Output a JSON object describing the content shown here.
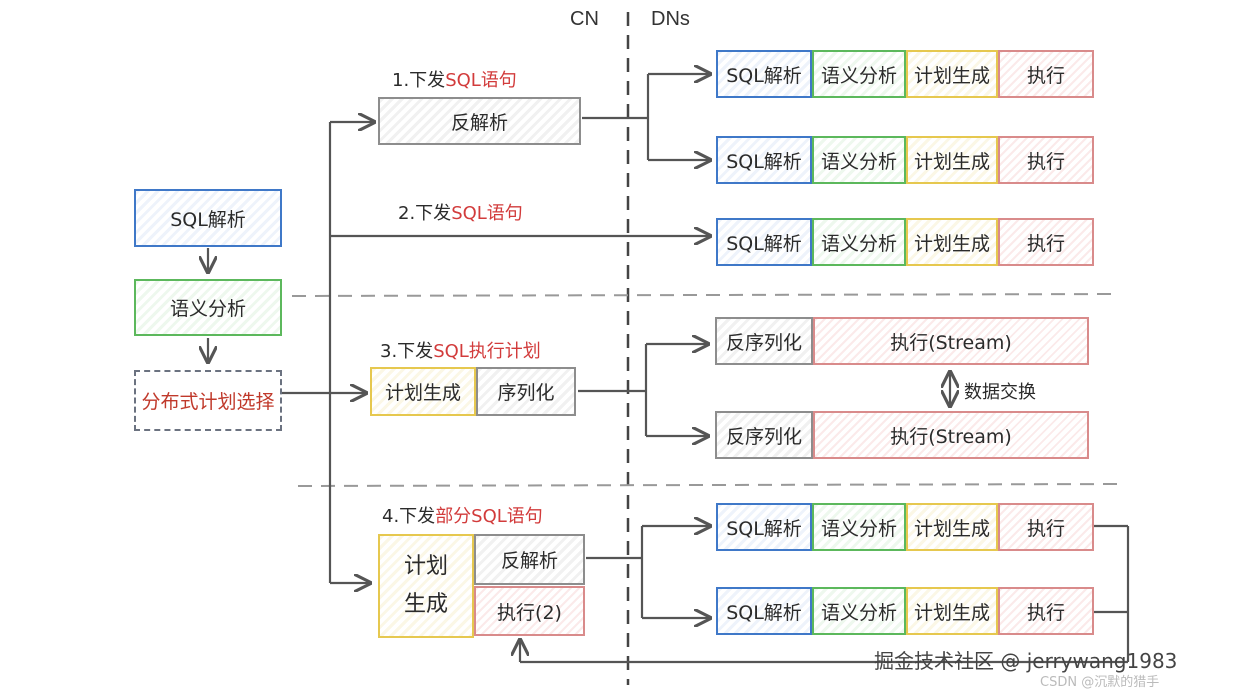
{
  "columns": {
    "cn": "CN",
    "dns": "DNs"
  },
  "pipeline": {
    "parse": "SQL解析",
    "analyze": "语义分析",
    "dist_plan": "分布式计划选择"
  },
  "strategy1": {
    "num": "1.下发",
    "hl": "SQL语句",
    "cn_box": "反解析",
    "dn_rows": [
      [
        "SQL解析",
        "语义分析",
        "计划生成",
        "执行"
      ],
      [
        "SQL解析",
        "语义分析",
        "计划生成",
        "执行"
      ]
    ]
  },
  "strategy2": {
    "num": "2.下发",
    "hl": "SQL语句",
    "dn_row": [
      "SQL解析",
      "语义分析",
      "计划生成",
      "执行"
    ]
  },
  "strategy3": {
    "num": "3.下发",
    "hl": "SQL执行计划",
    "cn_plan": "计划生成",
    "cn_serial": "序列化",
    "dn_rows": [
      [
        "反序列化",
        "执行(Stream)"
      ],
      [
        "反序列化",
        "执行(Stream)"
      ]
    ],
    "exchange": "数据交换",
    "exchange_icon": "double-arrow"
  },
  "strategy4": {
    "num": "4.下发",
    "hl": "部分SQL语句",
    "cn_plan": "计划生成",
    "cn_deparse": "反解析",
    "cn_exec": "执行(2)",
    "dn_rows": [
      [
        "SQL解析",
        "语义分析",
        "计划生成",
        "执行"
      ],
      [
        "SQL解析",
        "语义分析",
        "计划生成",
        "执行"
      ]
    ]
  },
  "watermark": "掘金技术社区 @ jerrywang1983",
  "watermark2": "CSDN @沉默的猎手"
}
